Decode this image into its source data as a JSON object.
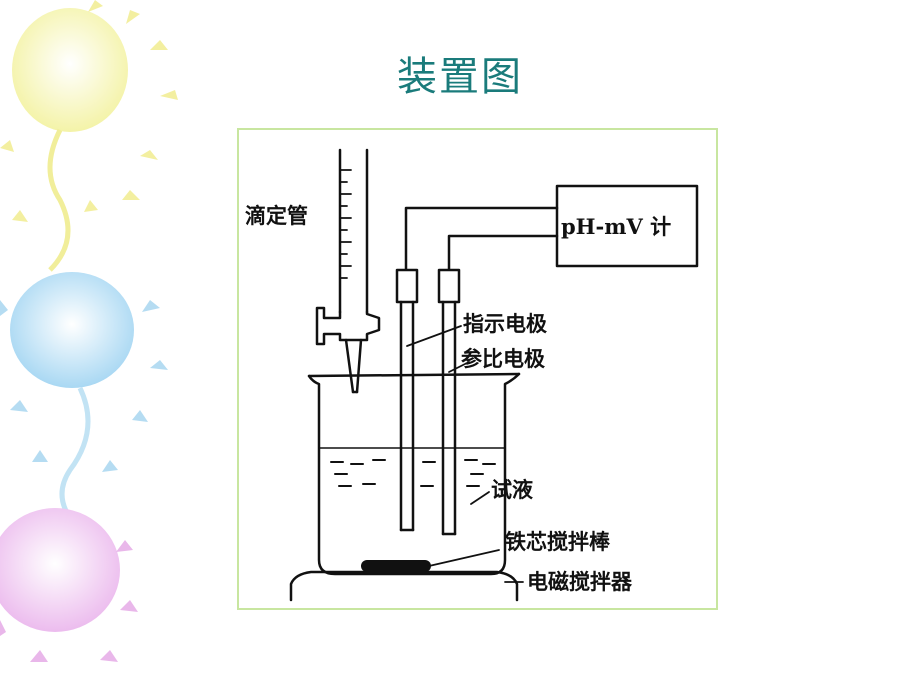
{
  "slide": {
    "title": "装置图"
  },
  "diagram": {
    "labels": {
      "burette": "滴定管",
      "meter": "pH-mV 计",
      "indicator_electrode": "指示电极",
      "reference_electrode": "参比电极",
      "test_solution": "试液",
      "stir_bar": "铁芯搅拌棒",
      "magnetic_stirrer": "电磁搅拌器"
    }
  },
  "colors": {
    "title": "#1a7b7b",
    "frame_border": "#c8e6a0",
    "ink": "#111111"
  }
}
